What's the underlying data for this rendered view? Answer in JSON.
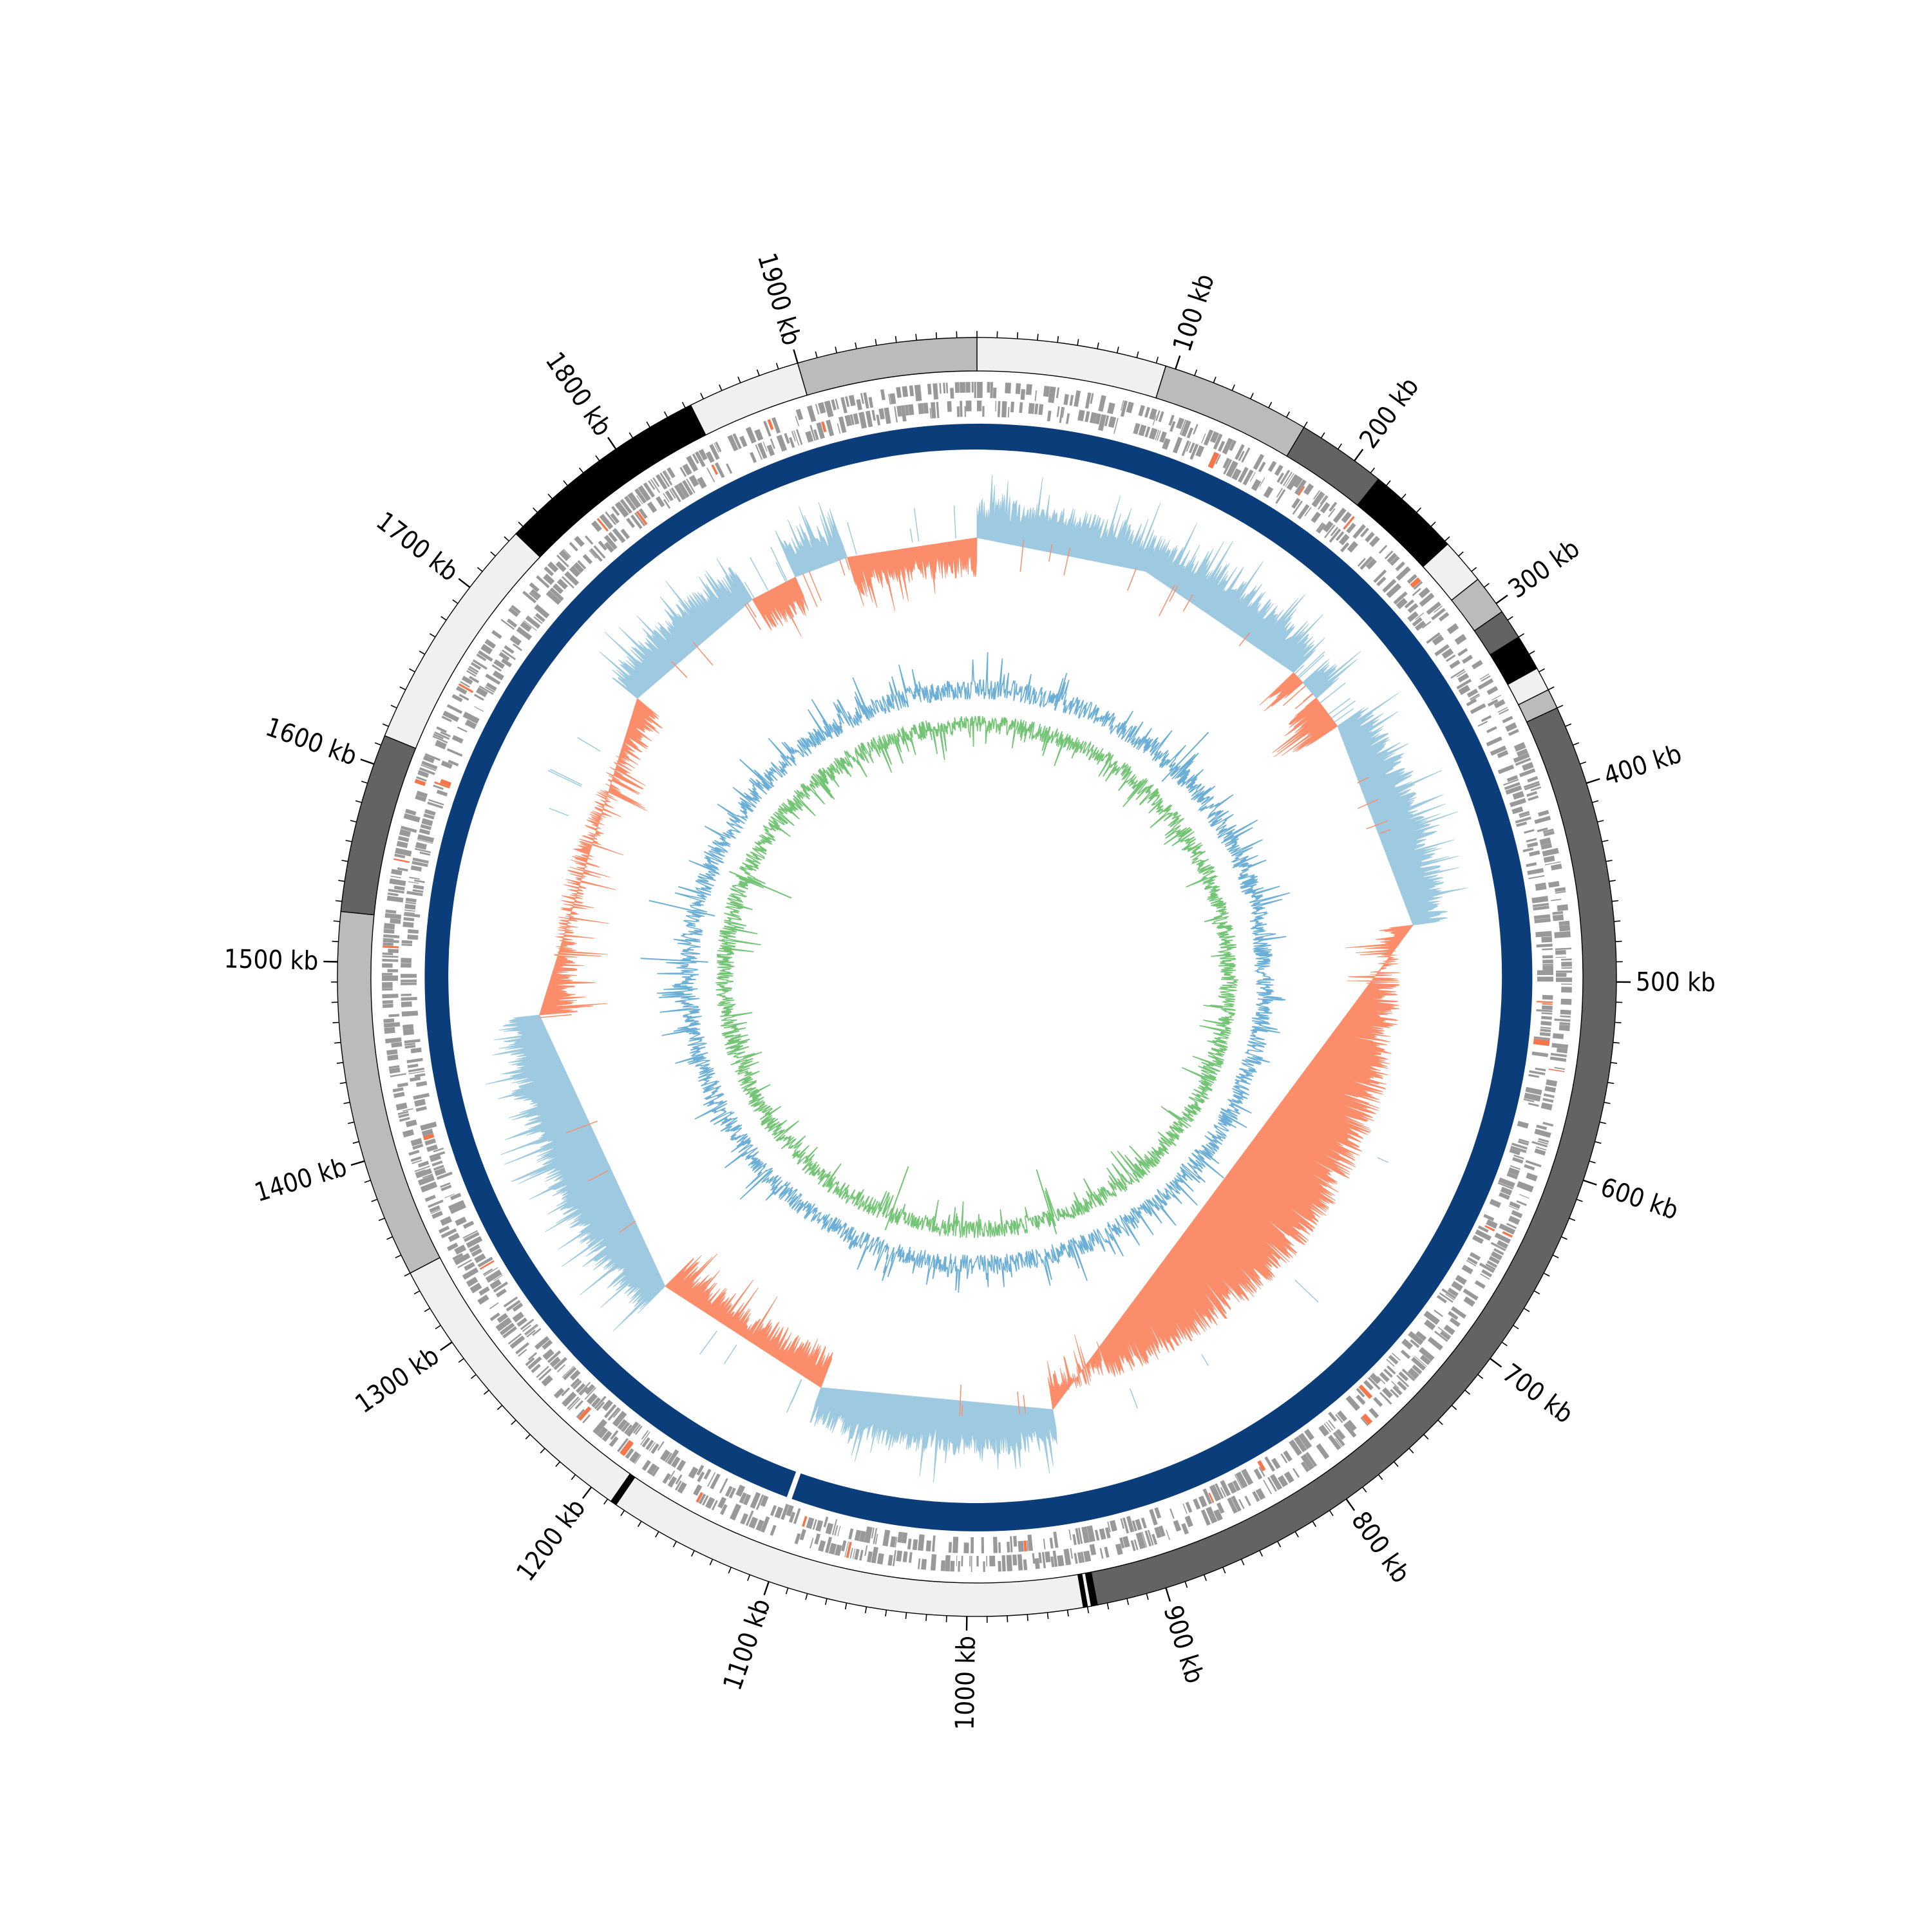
{
  "chart_data": {
    "type": "circular-genome",
    "genome_length_kb": 1990,
    "axis": {
      "unit": "kb",
      "major_ticks": [
        {
          "pos": 100,
          "label": "100 kb"
        },
        {
          "pos": 200,
          "label": "200 kb"
        },
        {
          "pos": 300,
          "label": "300 kb"
        },
        {
          "pos": 400,
          "label": "400 kb"
        },
        {
          "pos": 500,
          "label": "500 kb"
        },
        {
          "pos": 600,
          "label": "600 kb"
        },
        {
          "pos": 700,
          "label": "700 kb"
        },
        {
          "pos": 800,
          "label": "800 kb"
        },
        {
          "pos": 900,
          "label": "900 kb"
        },
        {
          "pos": 1000,
          "label": "1000 kb"
        },
        {
          "pos": 1100,
          "label": "1100 kb"
        },
        {
          "pos": 1200,
          "label": "1200 kb"
        },
        {
          "pos": 1300,
          "label": "1300 kb"
        },
        {
          "pos": 1400,
          "label": "1400 kb"
        },
        {
          "pos": 1500,
          "label": "1500 kb"
        },
        {
          "pos": 1600,
          "label": "1600 kb"
        },
        {
          "pos": 1700,
          "label": "1700 kb"
        },
        {
          "pos": 1800,
          "label": "1800 kb"
        },
        {
          "pos": 1900,
          "label": "1900 kb"
        }
      ],
      "minor_tick_interval_kb": 10
    },
    "contigs": [
      {
        "start": 0,
        "end": 95,
        "color": "#f0f0f0"
      },
      {
        "start": 95,
        "end": 170,
        "color": "#bbbbbb"
      },
      {
        "start": 170,
        "end": 215,
        "color": "#636363"
      },
      {
        "start": 215,
        "end": 262,
        "color": "#000000"
      },
      {
        "start": 262,
        "end": 285,
        "color": "#f0f0f0"
      },
      {
        "start": 285,
        "end": 305,
        "color": "#bbbbbb"
      },
      {
        "start": 305,
        "end": 320,
        "color": "#636363"
      },
      {
        "start": 320,
        "end": 338,
        "color": "#000000"
      },
      {
        "start": 338,
        "end": 350,
        "color": "#f0f0f0"
      },
      {
        "start": 350,
        "end": 360,
        "color": "#bbbbbb"
      },
      {
        "start": 360,
        "end": 935,
        "color": "#636363"
      },
      {
        "start": 935,
        "end": 938,
        "color": "#000000"
      },
      {
        "start": 938,
        "end": 940,
        "color": "#f0f0f0"
      },
      {
        "start": 940,
        "end": 942,
        "color": "#000000"
      },
      {
        "start": 942,
        "end": 1185,
        "color": "#f0f0f0"
      },
      {
        "start": 1185,
        "end": 1188,
        "color": "#000000"
      },
      {
        "start": 1188,
        "end": 1340,
        "color": "#f0f0f0"
      },
      {
        "start": 1340,
        "end": 1525,
        "color": "#bbbbbb"
      },
      {
        "start": 1525,
        "end": 1615,
        "color": "#636363"
      },
      {
        "start": 1615,
        "end": 1735,
        "color": "#f0f0f0"
      },
      {
        "start": 1735,
        "end": 1843,
        "color": "#000000"
      },
      {
        "start": 1843,
        "end": 1900,
        "color": "#f0f0f0"
      },
      {
        "start": 1900,
        "end": 1990,
        "color": "#bbbbbb"
      }
    ],
    "tracks": {
      "genes": {
        "color": "#999999",
        "highlight_color": "#f4764a",
        "forward_strand": "outer",
        "reverse_strand": "inner"
      },
      "backbone": {
        "color": "#0b3d7a",
        "gap_kb": [
          1103,
          1106
        ]
      },
      "gc_skew": {
        "positive_color": "#9ecae1",
        "negative_color": "#fc8d6b",
        "segments": [
          {
            "start": 0,
            "end": 125,
            "sign": 1
          },
          {
            "start": 125,
            "end": 255,
            "sign": 1
          },
          {
            "start": 255,
            "end": 265,
            "sign": -1
          },
          {
            "start": 265,
            "end": 280,
            "sign": 1
          },
          {
            "start": 280,
            "end": 305,
            "sign": -1
          },
          {
            "start": 305,
            "end": 460,
            "sign": 1
          },
          {
            "start": 460,
            "end": 940,
            "sign": -1
          },
          {
            "start": 940,
            "end": 1110,
            "sign": 1
          },
          {
            "start": 1110,
            "end": 1245,
            "sign": -1
          },
          {
            "start": 1245,
            "end": 1465,
            "sign": 1
          },
          {
            "start": 1465,
            "end": 1710,
            "sign": -1
          },
          {
            "start": 1710,
            "end": 1820,
            "sign": 1
          },
          {
            "start": 1820,
            "end": 1855,
            "sign": -1
          },
          {
            "start": 1855,
            "end": 1895,
            "sign": 1
          },
          {
            "start": 1895,
            "end": 1990,
            "sign": -1
          }
        ]
      },
      "gc_content": {
        "outer_color": "#6baed6",
        "inner_color": "#74c476"
      }
    }
  }
}
